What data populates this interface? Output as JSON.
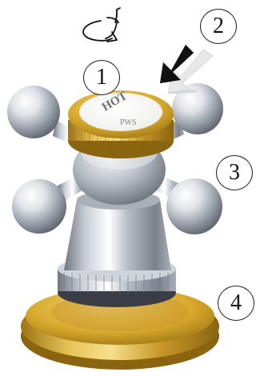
{
  "callouts": {
    "one": "1",
    "two": "2",
    "three": "3",
    "four": "4"
  },
  "cap_label": {
    "line1": "HOT",
    "line2": "PWS"
  },
  "colors": {
    "gold": "#d9ab2e",
    "chrome": "#c9ced6",
    "arrow": "#111111"
  },
  "icons": {
    "rotate": "rotate-arrow-icon",
    "push": "push-arrow-icon"
  }
}
